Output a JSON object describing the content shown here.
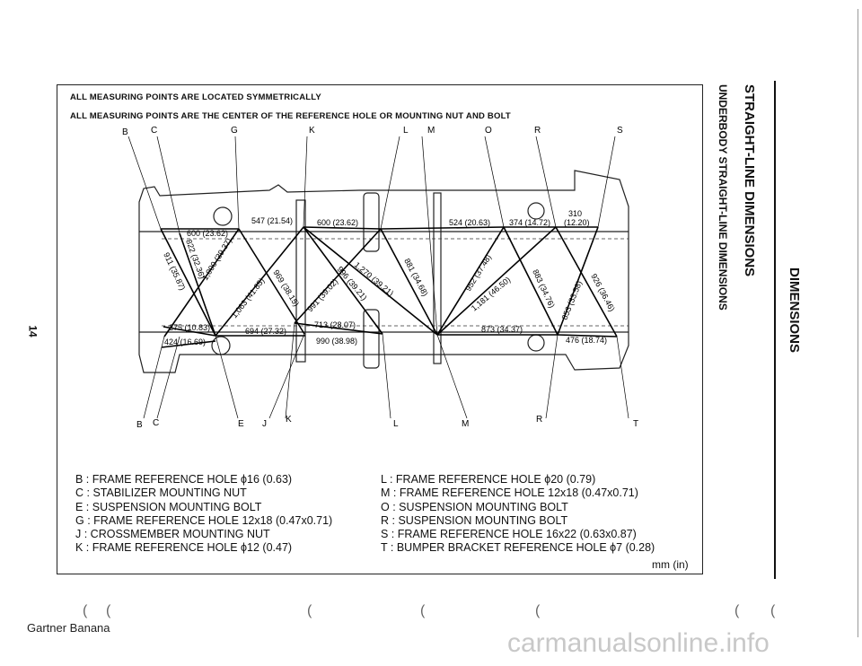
{
  "page_number": "14",
  "side_titles": {
    "section": "DIMENSIONS",
    "title": "STRAIGHT-LINE DIMENSIONS",
    "subtitle": "UNDERBODY STRAIGHT-LINE DIMENSIONS"
  },
  "notes": [
    "ALL MEASURING POINTS ARE LOCATED SYMMETRICALLY",
    "ALL MEASURING POINTS ARE THE CENTER OF THE REFERENCE HOLE OR MOUNTING NUT AND BOLT"
  ],
  "diagram": {
    "top_points": [
      "B",
      "C",
      "G",
      "K",
      "L",
      "M",
      "O",
      "R",
      "S"
    ],
    "bottom_points": [
      "B",
      "C",
      "E",
      "J",
      "K",
      "L",
      "M",
      "R",
      "T"
    ],
    "dimensions": {
      "d547": "547 (21.54)",
      "d600a": "600 (23.62)",
      "d600b": "600 (23.62)",
      "d524": "524 (20.63)",
      "d374": "374 (14.72)",
      "d310a": "310",
      "d310b": "(12.20)",
      "d911": "911 (35.87)",
      "d822": "822 (32.36)",
      "d1000": "1,000 (39.37)",
      "d969": "969 (38.15)",
      "d1063": "1,063 (41.85)",
      "d991": "991 (39.02)",
      "d996": "996 (39.21)",
      "d1270": "1,270 (39.21)",
      "d881": "881 (34.68)",
      "d952": "952 (37.48)",
      "d1181": "1,181 (46.50)",
      "d883": "883 (34.76)",
      "d853": "853 (33.58)",
      "d926": "926 (36.46)",
      "d275": "275 (10.83)",
      "d424": "424 (16.69)",
      "d694": "694 (27.32)",
      "d713": "713 (28.07)",
      "d990": "990 (38.98)",
      "d873": "873 (34.37)",
      "d476": "476 (18.74)"
    }
  },
  "legend_left": [
    "B : FRAME REFERENCE HOLE ϕ16 (0.63)",
    "C : STABILIZER MOUNTING NUT",
    "E : SUSPENSION MOUNTING BOLT",
    "G : FRAME REFERENCE HOLE 12x18 (0.47x0.71)",
    "J : CROSSMEMBER MOUNTING NUT",
    "K : FRAME REFERENCE HOLE ϕ12 (0.47)"
  ],
  "legend_right": [
    "L : FRAME REFERENCE HOLE ϕ20 (0.79)",
    "M : FRAME REFERENCE HOLE 12x18 (0.47x0.71)",
    "O : SUSPENSION MOUNTING BOLT",
    "R : SUSPENSION MOUNTING BOLT",
    "S : FRAME REFERENCE HOLE 16x22 (0.63x0.87)",
    "T : BUMPER BRACKET REFERENCE HOLE ϕ7 (0.28)"
  ],
  "unit": "mm (in)",
  "footer": "Gartner Banana",
  "watermark": "carmanualsonline.info"
}
